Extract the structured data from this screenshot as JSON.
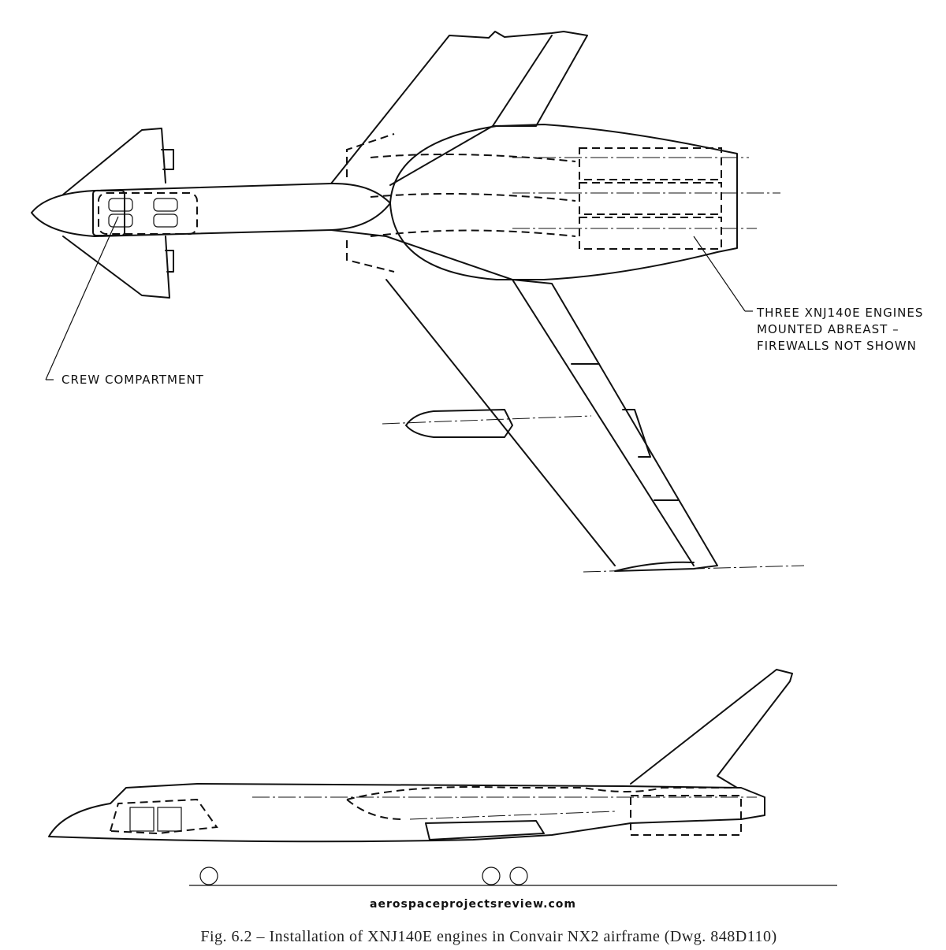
{
  "labels": {
    "crew_compartment": "CREW COMPARTMENT",
    "engines_line1": "THREE XNJ140E ENGINES",
    "engines_line2": "MOUNTED ABREAST –",
    "engines_line3": "FIREWALLS NOT SHOWN"
  },
  "watermark": "aerospaceprojectsreview.com",
  "caption": "Fig. 6.2 – Installation of XNJ140E engines in Convair NX2 airframe (Dwg. 848D110)"
}
